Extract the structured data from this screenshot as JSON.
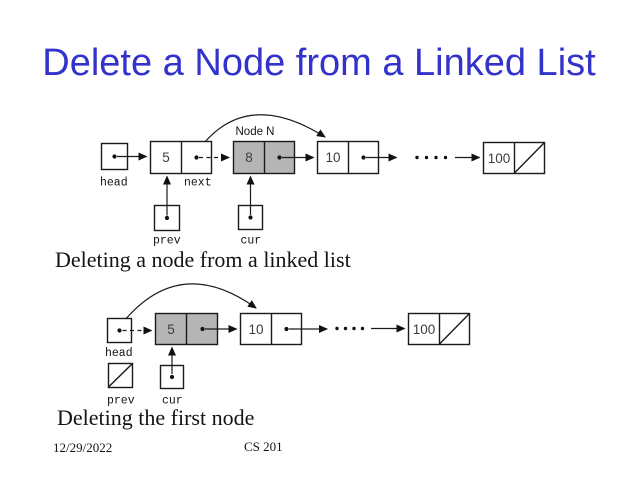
{
  "slide": {
    "title": "Delete a Node from a Linked List",
    "caption_first": "Deleting a node from a linked list",
    "caption_second": "Deleting the first node",
    "footer": {
      "date": "12/29/2022",
      "course": "CS 201"
    },
    "colors": {
      "title_blue": "#3333cc",
      "highlight_gray": "#b5b5b5",
      "line_black": "#1a1a1a",
      "background": "#ffffff"
    }
  },
  "diagram1": {
    "description": "linked list while deleting middle node",
    "node_n_label": "Node N",
    "ellipsis": "....",
    "nodes": [
      {
        "value": "5",
        "highlighted": false
      },
      {
        "value": "8",
        "highlighted": true
      },
      {
        "value": "10",
        "highlighted": false
      },
      {
        "value": "100",
        "highlighted": false,
        "next_pointer": "null"
      }
    ],
    "pointers": {
      "head": "head",
      "next": "next",
      "prev": "prev",
      "cur": "cur"
    }
  },
  "diagram2": {
    "description": "linked list while deleting first node",
    "ellipsis": "....",
    "nodes": [
      {
        "value": "5",
        "highlighted": true
      },
      {
        "value": "10",
        "highlighted": false
      },
      {
        "value": "100",
        "highlighted": false,
        "next_pointer": "null"
      }
    ],
    "pointers": {
      "head": "head",
      "prev": "prev",
      "cur": "cur"
    },
    "prev_pointer_state": "null"
  }
}
